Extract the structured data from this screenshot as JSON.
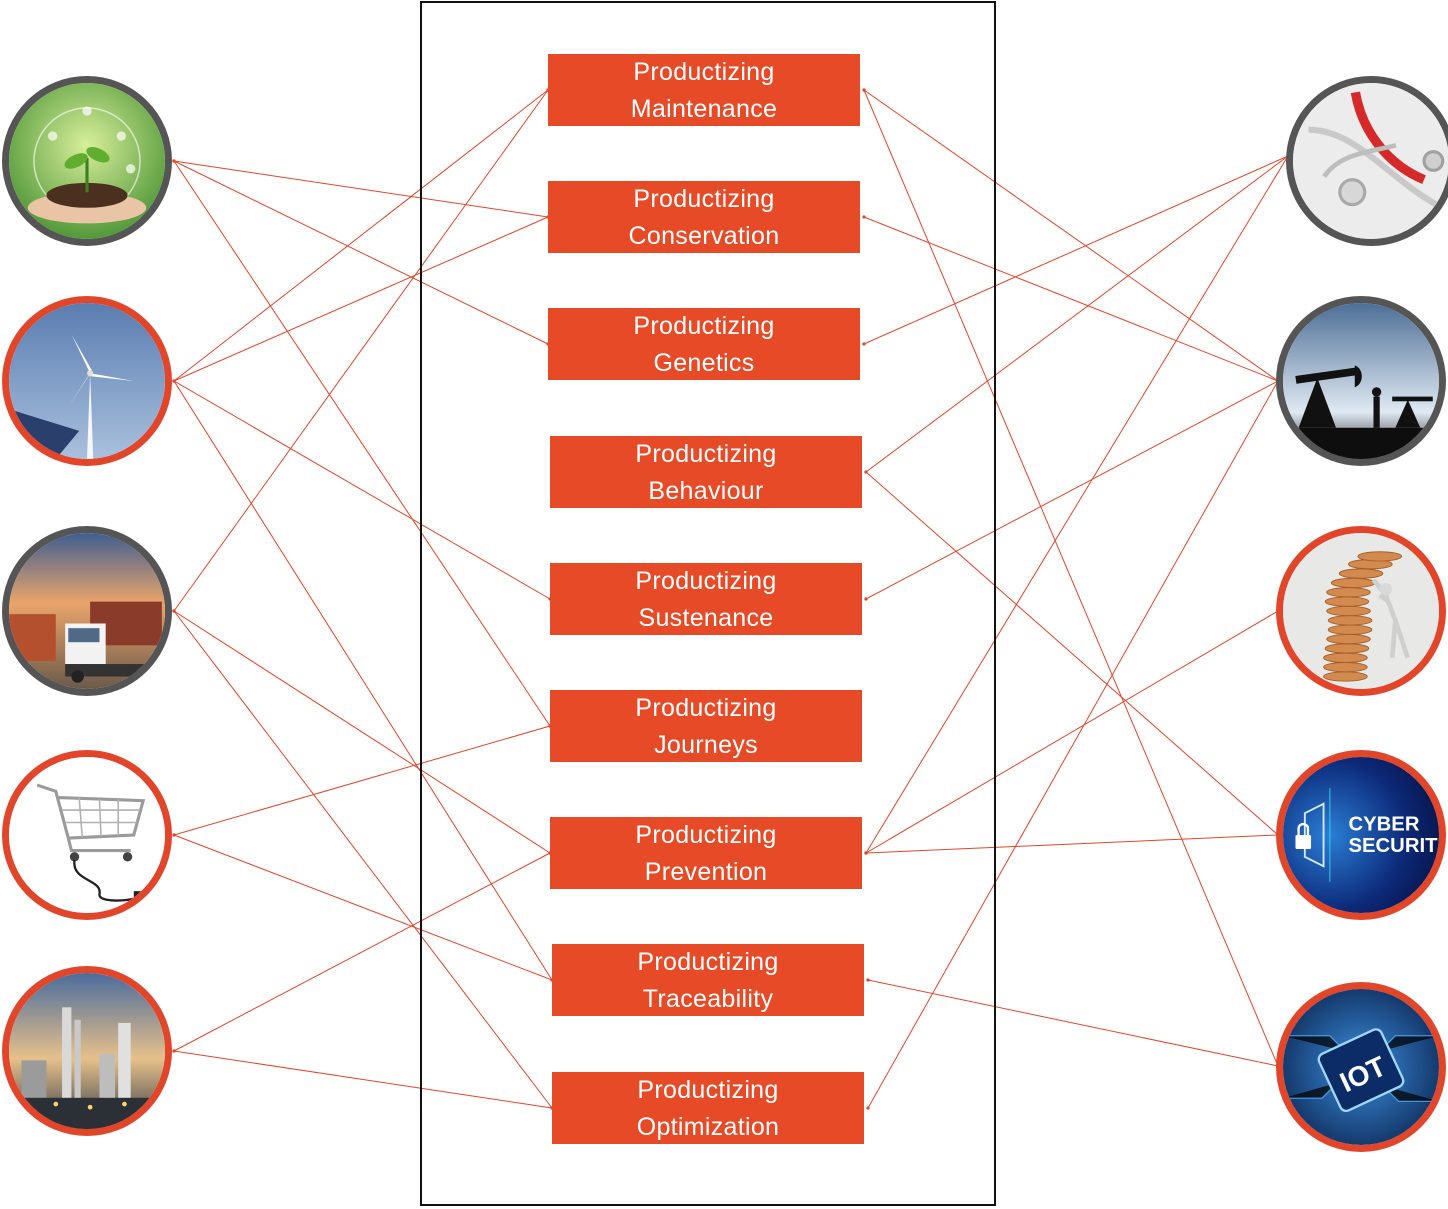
{
  "diagram": {
    "box_prefix": "Productizing",
    "boxes": [
      {
        "id": "maintenance",
        "line1": "Productizing",
        "line2": "Maintenance"
      },
      {
        "id": "conservation",
        "line1": "Productizing",
        "line2": "Conservation"
      },
      {
        "id": "genetics",
        "line1": "Productizing",
        "line2": "Genetics"
      },
      {
        "id": "behaviour",
        "line1": "Productizing",
        "line2": "Behaviour"
      },
      {
        "id": "sustenance",
        "line1": "Productizing",
        "line2": "Sustenance"
      },
      {
        "id": "journeys",
        "line1": "Productizing",
        "line2": "Journeys"
      },
      {
        "id": "prevention",
        "line1": "Productizing",
        "line2": "Prevention"
      },
      {
        "id": "traceability",
        "line1": "Productizing",
        "line2": "Traceability"
      },
      {
        "id": "optimization",
        "line1": "Productizing",
        "line2": "Optimization"
      }
    ],
    "left_nodes": [
      {
        "id": "agriculture",
        "icon": "plant-in-hands-icon",
        "ring": "grey"
      },
      {
        "id": "energy",
        "icon": "wind-turbine-icon",
        "ring": "red"
      },
      {
        "id": "logistics",
        "icon": "cargo-truck-icon",
        "ring": "grey"
      },
      {
        "id": "retail",
        "icon": "shopping-cart-icon",
        "ring": "red"
      },
      {
        "id": "industry",
        "icon": "refinery-icon",
        "ring": "red"
      }
    ],
    "right_nodes": [
      {
        "id": "healthcare",
        "icon": "stethoscope-icon",
        "ring": "grey"
      },
      {
        "id": "oil",
        "icon": "oil-pump-icon",
        "ring": "grey"
      },
      {
        "id": "finance",
        "icon": "coin-stack-icon",
        "ring": "red"
      },
      {
        "id": "cyber",
        "icon": "cyber-security-icon",
        "ring": "red",
        "text_line1": "CYBER",
        "text_line2": "SECURIT"
      },
      {
        "id": "iot",
        "icon": "iot-chip-icon",
        "ring": "red",
        "text": "IOT"
      }
    ],
    "left_links": [
      [
        "agriculture",
        "conservation"
      ],
      [
        "agriculture",
        "genetics"
      ],
      [
        "agriculture",
        "journeys"
      ],
      [
        "energy",
        "maintenance"
      ],
      [
        "energy",
        "conservation"
      ],
      [
        "energy",
        "sustenance"
      ],
      [
        "energy",
        "traceability"
      ],
      [
        "logistics",
        "maintenance"
      ],
      [
        "logistics",
        "prevention"
      ],
      [
        "logistics",
        "optimization"
      ],
      [
        "retail",
        "journeys"
      ],
      [
        "retail",
        "traceability"
      ],
      [
        "industry",
        "prevention"
      ],
      [
        "industry",
        "optimization"
      ]
    ],
    "right_links": [
      [
        "maintenance",
        "oil"
      ],
      [
        "maintenance",
        "iot"
      ],
      [
        "conservation",
        "oil"
      ],
      [
        "genetics",
        "healthcare"
      ],
      [
        "behaviour",
        "healthcare"
      ],
      [
        "behaviour",
        "cyber"
      ],
      [
        "sustenance",
        "oil"
      ],
      [
        "prevention",
        "healthcare"
      ],
      [
        "prevention",
        "finance"
      ],
      [
        "prevention",
        "cyber"
      ],
      [
        "traceability",
        "iot"
      ],
      [
        "optimization",
        "oil"
      ]
    ],
    "colors": {
      "accent": "#e64a26",
      "ring_grey": "#555555",
      "ring_red": "#e2462a",
      "line": "#e2462a",
      "frame": "#111111"
    }
  }
}
